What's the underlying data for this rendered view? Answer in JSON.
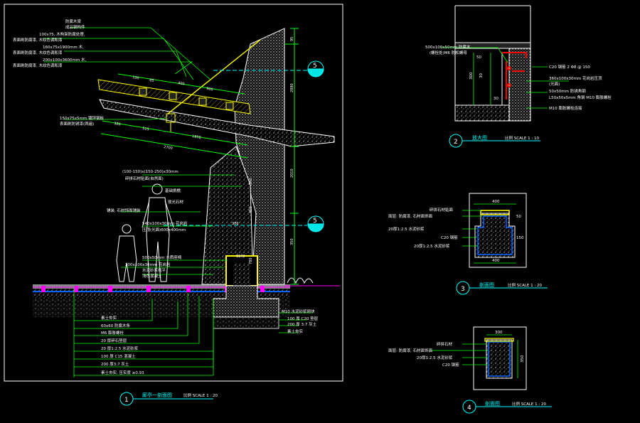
{
  "section_markers": {
    "upper_number": "5",
    "lower_number": "5"
  },
  "title_blocks": [
    {
      "number": "1",
      "title": "廊亭一剖面图",
      "scale": "比例 SCALE 1 : 20"
    },
    {
      "number": "2",
      "title": "放大图",
      "scale": "比例 SCALE 1 : 10"
    },
    {
      "number": "3",
      "title": "剖面图",
      "scale": "比例 SCALE 1 : 20"
    },
    {
      "number": "4",
      "title": "剖面图",
      "scale": "比例 SCALE 1 : 20"
    }
  ],
  "main_notes_top": [
    "防腐木梁",
    "成品钢构件",
    "100x75, 木构架防腐处理,",
    "表面刷防腐漆, 木纹色调和漆",
    "160x75x1900mm 木,",
    "表面刷防腐漆, 木纹色调和漆",
    "200x100x3600mm 木,",
    "表面刷防腐漆, 木纹色调和漆"
  ],
  "main_note_left_mid": [
    "150x75x5mm 镀锌钢板",
    "表面刷防锈漆(两遍)"
  ],
  "main_notes_right": [
    "(100-150)x(150-250)x30mm",
    "碎拼石材贴面(自然面)",
    "基础挑檐",
    "夜光石材",
    "铺装, 石材饰面铺装",
    "540x100x30mm 花岗岩",
    "压顶(光面)600x400mm",
    "500x50mm 木质座椅",
    "300x100x30mm 花岗岩",
    "水泥砂浆找平",
    "浅色混凝土"
  ],
  "main_notes_bottom": [
    "素土夯实",
    "60x60 防腐木条",
    "M6 膨胀螺栓",
    "20 厚碎石垫层",
    "20 厚1:2.5 水泥砂浆",
    "100 厚 C15 混凝土",
    "200 厚3:7 灰土",
    "素土夯实, 压实度 ≥0.93"
  ],
  "main_notes_foundation": [
    "M10 水泥砂浆砌块",
    "100 厚 C20 垫层",
    "200 厚 3:7 灰土",
    "素土夯实"
  ],
  "main_dimensions": [
    "2700",
    "1850",
    "515",
    "320",
    "100",
    "85",
    "400",
    "900",
    "2880",
    "95",
    "2010",
    "350",
    "540",
    "450",
    "300",
    "780",
    "3140"
  ],
  "detail2_notes": [
    "500x100x50mm 防腐木",
    "(螺栓处)M6 防松螺母",
    "C20 钢筋 2 Φ8 @ 150",
    "360x100x30mm 花岗岩压顶",
    "(光面)",
    "50x50mm 防锈角钢",
    "L50x50x5mm 角钢 M10 膨胀螺栓",
    "M10 膨胀螺栓连接"
  ],
  "detail2_dims": [
    "50",
    "30",
    "300",
    "30"
  ],
  "detail3_notes": [
    "碎拼石材贴面",
    "面层: 防腐漆, 石材面饰面",
    "20厚1:2.5 水泥砂浆",
    "C20 钢筋",
    "20厚1:2.5 水泥砂浆"
  ],
  "detail3_dims": [
    "400",
    "400",
    "50",
    "150"
  ],
  "detail4_notes": [
    "碎拼石材",
    "面层: 防腐漆, 石材面饰面",
    "20厚1:2.5 水泥砂浆",
    "C20 钢筋"
  ],
  "detail4_dims": [
    "300",
    "350"
  ],
  "colors": {
    "background": "#000000",
    "concrete": "#ffffff",
    "leader": "#00ff00",
    "dimension": "#00ff00",
    "marker": "#00ffff",
    "beam": "#ffff00",
    "ground": "#ff00ff",
    "steel": "#ff0000",
    "title": "#00ffff"
  },
  "icons": [
    "section-marker-icon",
    "human-figure-icon",
    "child-figure-icon"
  ]
}
